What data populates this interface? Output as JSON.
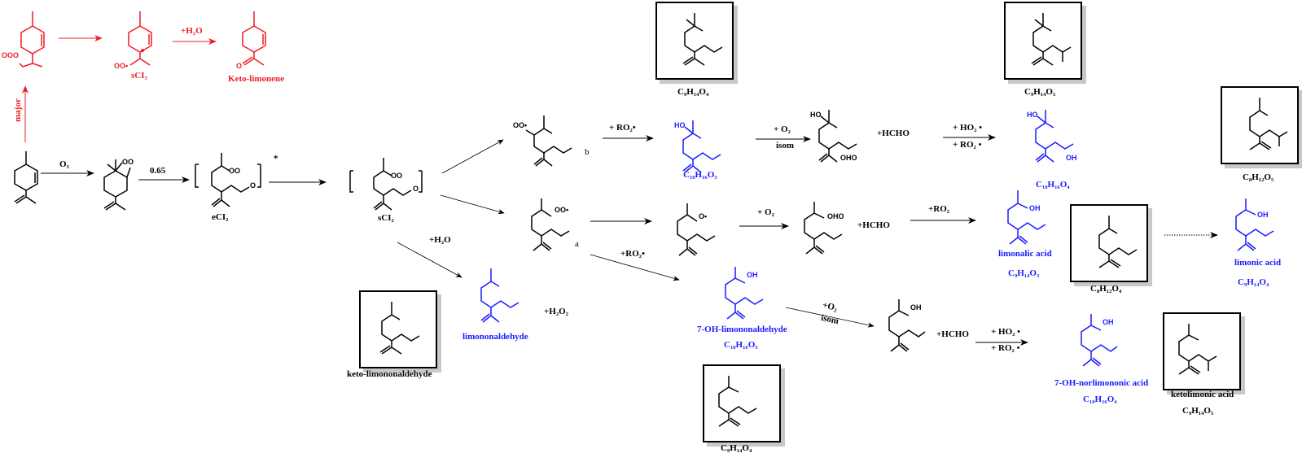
{
  "title": "Limonene ozonolysis reaction mechanism",
  "colors": {
    "major_path": "#ee1c24",
    "detected_product": "#1a1aff",
    "default": "#000000"
  },
  "labels": {
    "major": "major",
    "o3": "O₃",
    "branch_ratio": "0.65",
    "ecI2": "eCI₂",
    "excited_mark": "*",
    "scI2": "sCI₂",
    "scI3": "sCI₃",
    "keto_limonene": "Keto-limonene",
    "h2o_top": "+H₂O",
    "h2o_mid": "+H₂O",
    "h2o2": "+H₂O₂",
    "ro2_b": "+ RO₂•",
    "ro2_a": "+RO₂•",
    "ro2_limonalic": "+RO₂",
    "o2_isom_top_1": "+ O₂",
    "o2_isom_top_2": "isom",
    "o2_mid": "+  O₂",
    "o2_isom_low_1": "+O₂",
    "o2_isom_low_2": "isom",
    "hcho_1": "+HCHO",
    "hcho_2": "+HCHO",
    "hcho_3": "+HCHO",
    "ho2_ro2_top_1": "+ HO₂ •",
    "ho2_ro2_top_2": "+ RO₂ •",
    "ho2_ro2_low_1": "+ HO₂ •",
    "ho2_ro2_low_2": "+ RO₂ •",
    "path_b": "b",
    "path_a": "a"
  },
  "compounds": {
    "limononaldehyde": {
      "name": "limononaldehyde"
    },
    "keto_limononaldehyde": {
      "name": "keto-limononaldehyde"
    },
    "c10h16o3_top": {
      "formula": "C₁₀H₁₆O₃"
    },
    "c9h14o4_top": {
      "formula": "C₉H₁₄O₄"
    },
    "c9h14o5_top": {
      "formula": "C₉H₁₄O₅"
    },
    "c10h16o4_top": {
      "formula": "C₁₀H₁₆O₄"
    },
    "c8h12o5": {
      "formula": "C₈H₁₂O₅"
    },
    "limonalic_acid": {
      "name": "limonalic acid",
      "formula": "C₉H₁₄O₃"
    },
    "c8h12o4": {
      "formula": "C₈H₁₂O₄"
    },
    "limonic_acid": {
      "name": "limonic acid",
      "formula": "C₉H₁₄O₄"
    },
    "oh_limononaldehyde": {
      "name": "7-OH-limononaldehyde",
      "formula": "C₁₀H₁₆O₃"
    },
    "c9h14o4_bottom": {
      "formula": "C₉H₁₄O₄"
    },
    "oh_norlimononic_acid": {
      "name": "7-OH-norlimononic acid",
      "formula": "C₁₀H₁₆O₄"
    },
    "ketolimonic_acid": {
      "name": "ketolimonic acid",
      "formula": "C₉H₁₄O₅"
    }
  },
  "atoms": {
    "O": "O",
    "OH": "OH",
    "HO": "HO",
    "OO": "OO",
    "OOO": "OOO",
    "OHO": "OHO",
    "OO_dot": "OO•",
    "O_dot": "O•"
  }
}
